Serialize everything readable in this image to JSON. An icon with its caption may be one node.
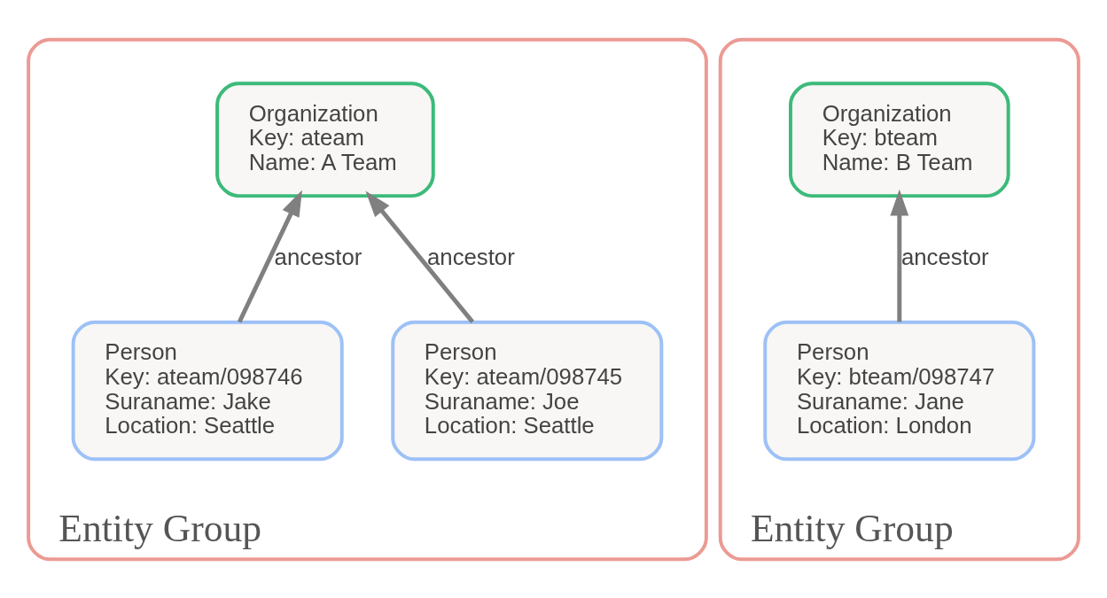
{
  "diagram": {
    "nodes": [
      {
        "text": [
          "Entity Group"
        ]
      },
      {
        "text": [
          "Organization",
          "Key: ateam",
          "Name: A Team"
        ],
        "in": 0
      },
      {
        "text": [
          "Person",
          "Key: ateam/098745",
          "Suraname: Joe",
          "Location: Seattle"
        ],
        "in": 0
      },
      {
        "text": [
          "Person",
          "Key: ateam/098746",
          "Suraname: Jake",
          "Location: Seattle"
        ],
        "in": 0
      },
      {
        "text": [
          "Entity Group"
        ]
      },
      {
        "text": [
          "Organization",
          "Key: bteam",
          "Name: B Team"
        ],
        "in": 4
      },
      {
        "text": [
          "Person",
          "Key: bteam/098747",
          "Suraname: Jane",
          "Location: London"
        ],
        "in": 4
      }
    ],
    "edges": [
      {
        "from": 2,
        "to": 1,
        "arrow": "to",
        "label": "ancestor"
      },
      {
        "from": 3,
        "to": 1,
        "arrow": "to",
        "label": "ancestor"
      },
      {
        "from": 6,
        "to": 5,
        "arrow": "to",
        "label": "ancestor"
      }
    ]
  }
}
